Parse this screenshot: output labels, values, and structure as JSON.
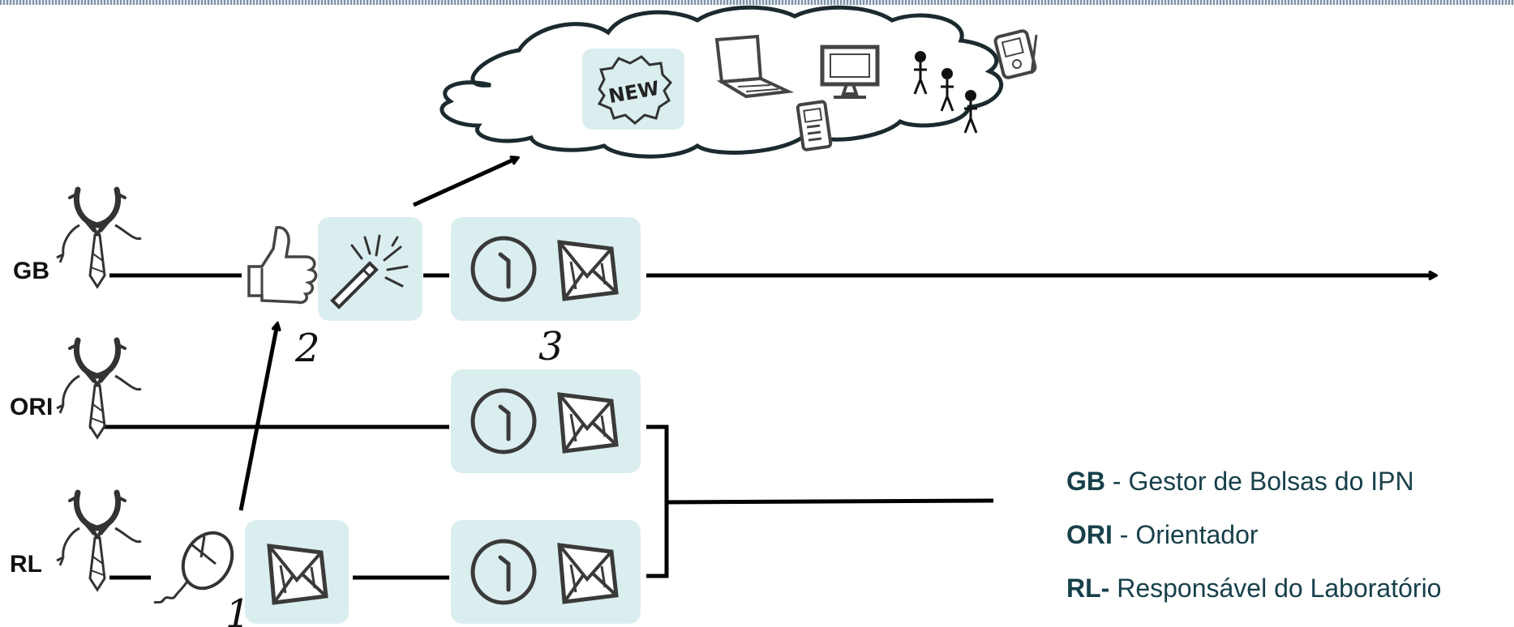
{
  "roles": [
    {
      "abbr": "GB",
      "name": "Gestor de Bolsas do IPN"
    },
    {
      "abbr": "ORI",
      "name": "Orientador"
    },
    {
      "abbr": "RL",
      "name": "Responsável do Laboratório"
    }
  ],
  "legend_separator": "-",
  "cloud": {
    "new_badge": "NEW"
  },
  "steps": [
    "1",
    "2",
    "3"
  ],
  "colors": {
    "box_fill": "#dbeeef",
    "line": "#000000",
    "legend_text": "#17404a",
    "cloud_stroke": "#1b2a2e"
  }
}
